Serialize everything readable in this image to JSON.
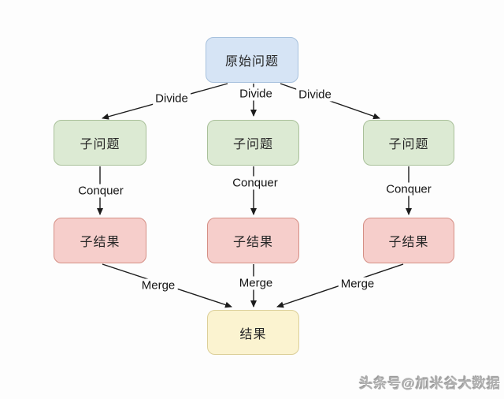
{
  "diagram": {
    "nodes": {
      "original": "原始问题",
      "sub_problems": [
        "子问题",
        "子问题",
        "子问题"
      ],
      "sub_results": [
        "子结果",
        "子结果",
        "子结果"
      ],
      "result": "结果"
    },
    "edge_labels": {
      "divide": [
        "Divide",
        "Divide",
        "Divide"
      ],
      "conquer": [
        "Conquer",
        "Conquer",
        "Conquer"
      ],
      "merge": [
        "Merge",
        "Merge",
        "Merge"
      ]
    },
    "colors": {
      "original_fill": "#d6e4f5",
      "original_border": "#a7c1dd",
      "sub_problem_fill": "#dcead3",
      "sub_problem_border": "#a9c09a",
      "sub_result_fill": "#f6cecb",
      "sub_result_border": "#d58f85",
      "result_fill": "#fbf3d0",
      "result_border": "#dccf99",
      "arrow": "#1c1c1c",
      "background": "#fdfdfd"
    }
  },
  "watermark": {
    "text": "头条号@加米谷大数据"
  }
}
